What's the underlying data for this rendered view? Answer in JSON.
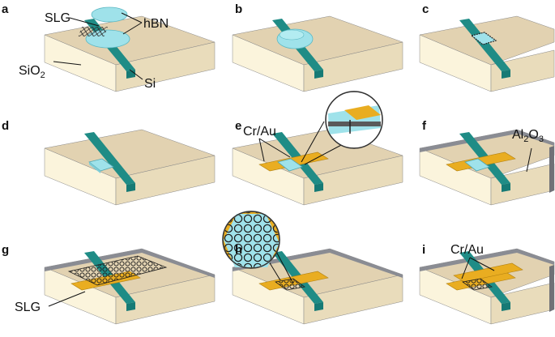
{
  "panels": [
    {
      "id": "a",
      "label": "a"
    },
    {
      "id": "b",
      "label": "b"
    },
    {
      "id": "c",
      "label": "c"
    },
    {
      "id": "d",
      "label": "d"
    },
    {
      "id": "e",
      "label": "e"
    },
    {
      "id": "f",
      "label": "f"
    },
    {
      "id": "g",
      "label": "g"
    },
    {
      "id": "h",
      "label": "h"
    },
    {
      "id": "i",
      "label": "i"
    }
  ],
  "labels": {
    "slg_a": "SLG",
    "hbn": "hBN",
    "sio2_main": "SiO",
    "sio2_sub": "2",
    "si": "Si",
    "crau_e": "Cr/Au",
    "al2o3_a": "Al",
    "al2o3_2": "2",
    "al2o3_o": "O",
    "al2o3_3": "3",
    "slg_g": "SLG",
    "crau_i": "Cr/Au"
  },
  "colors": {
    "substrate_top": "#e2d2b1",
    "substrate_front": "#fbf4dc",
    "substrate_side": "#e9dcbb",
    "si_channel": "#1f8c86",
    "hbn": "#9fe2ea",
    "gold": "#e9ad21",
    "al2o3": "#8a8c93",
    "graphene_line": "#2a2a2a"
  }
}
